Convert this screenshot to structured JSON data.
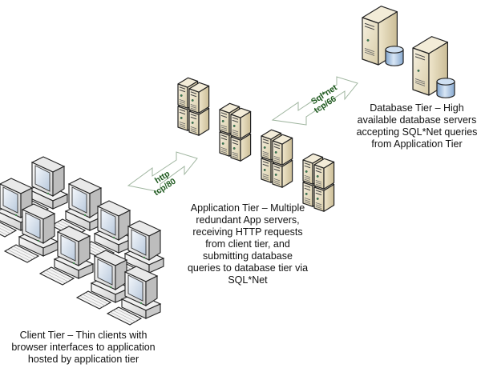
{
  "diagram": {
    "title": "Three-tier architecture",
    "tiers": {
      "database": {
        "caption_lines": [
          "Database Tier – High",
          "available database servers",
          "accepting SQL*Net queries",
          "from Application Tier"
        ],
        "server_count": 2
      },
      "application": {
        "caption_lines": [
          "Application Tier – Multiple",
          "redundant App servers,",
          "receiving HTTP requests",
          "from client tier, and",
          "submitting database",
          "queries to database tier via",
          "SQL*Net"
        ],
        "server_stack_count": 4
      },
      "client": {
        "caption_lines": [
          "Client Tier – Thin clients with",
          "browser interfaces to application",
          "hosted by application tier"
        ],
        "workstation_count": 9
      }
    },
    "connections": {
      "client_app": {
        "line1": "http",
        "line2": "tcp/80"
      },
      "app_db": {
        "line1": "Sql*net",
        "line2": "tcp/66"
      }
    },
    "colors": {
      "arrow_stroke": "#9fb59f",
      "label_green": "#1f5a1f",
      "server_body": "#e9e0c8",
      "server_side": "#d2c5a3",
      "db_cylinder": "#a9c6e6",
      "monitor_body": "#eeeeee",
      "screen": "#dfe8f2"
    }
  }
}
